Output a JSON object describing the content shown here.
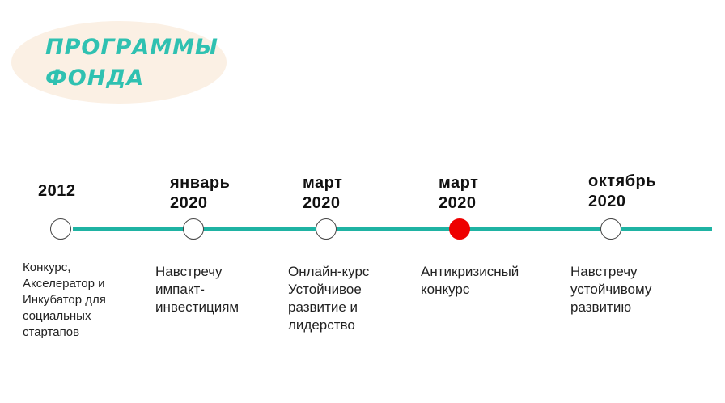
{
  "title": "ПРОГРАММЫ\nФОНДА",
  "timeline": [
    {
      "date": "2012",
      "text": "Конкурс,\nАкселератор и\nИнкубатор для\nсоциальных\nстартапов",
      "active": false
    },
    {
      "date": "январь\n2020",
      "text": "Навстречу\nимпакт-\nинвестициям",
      "active": false
    },
    {
      "date": "март\n2020",
      "text": "Онлайн-курс\nУстойчивое\nразвитие и\nлидерство",
      "active": false
    },
    {
      "date": "март\n2020",
      "text": "Антикризисный\nконкурс",
      "active": true
    },
    {
      "date": "октябрь\n2020",
      "text": "Навстречу\nустойчивому\nразвитию",
      "active": false
    }
  ],
  "colors": {
    "accent": "#2fc1b1",
    "line": "#1fb3a3",
    "highlight": "#ee0000",
    "blob": "#fbf0e4"
  }
}
